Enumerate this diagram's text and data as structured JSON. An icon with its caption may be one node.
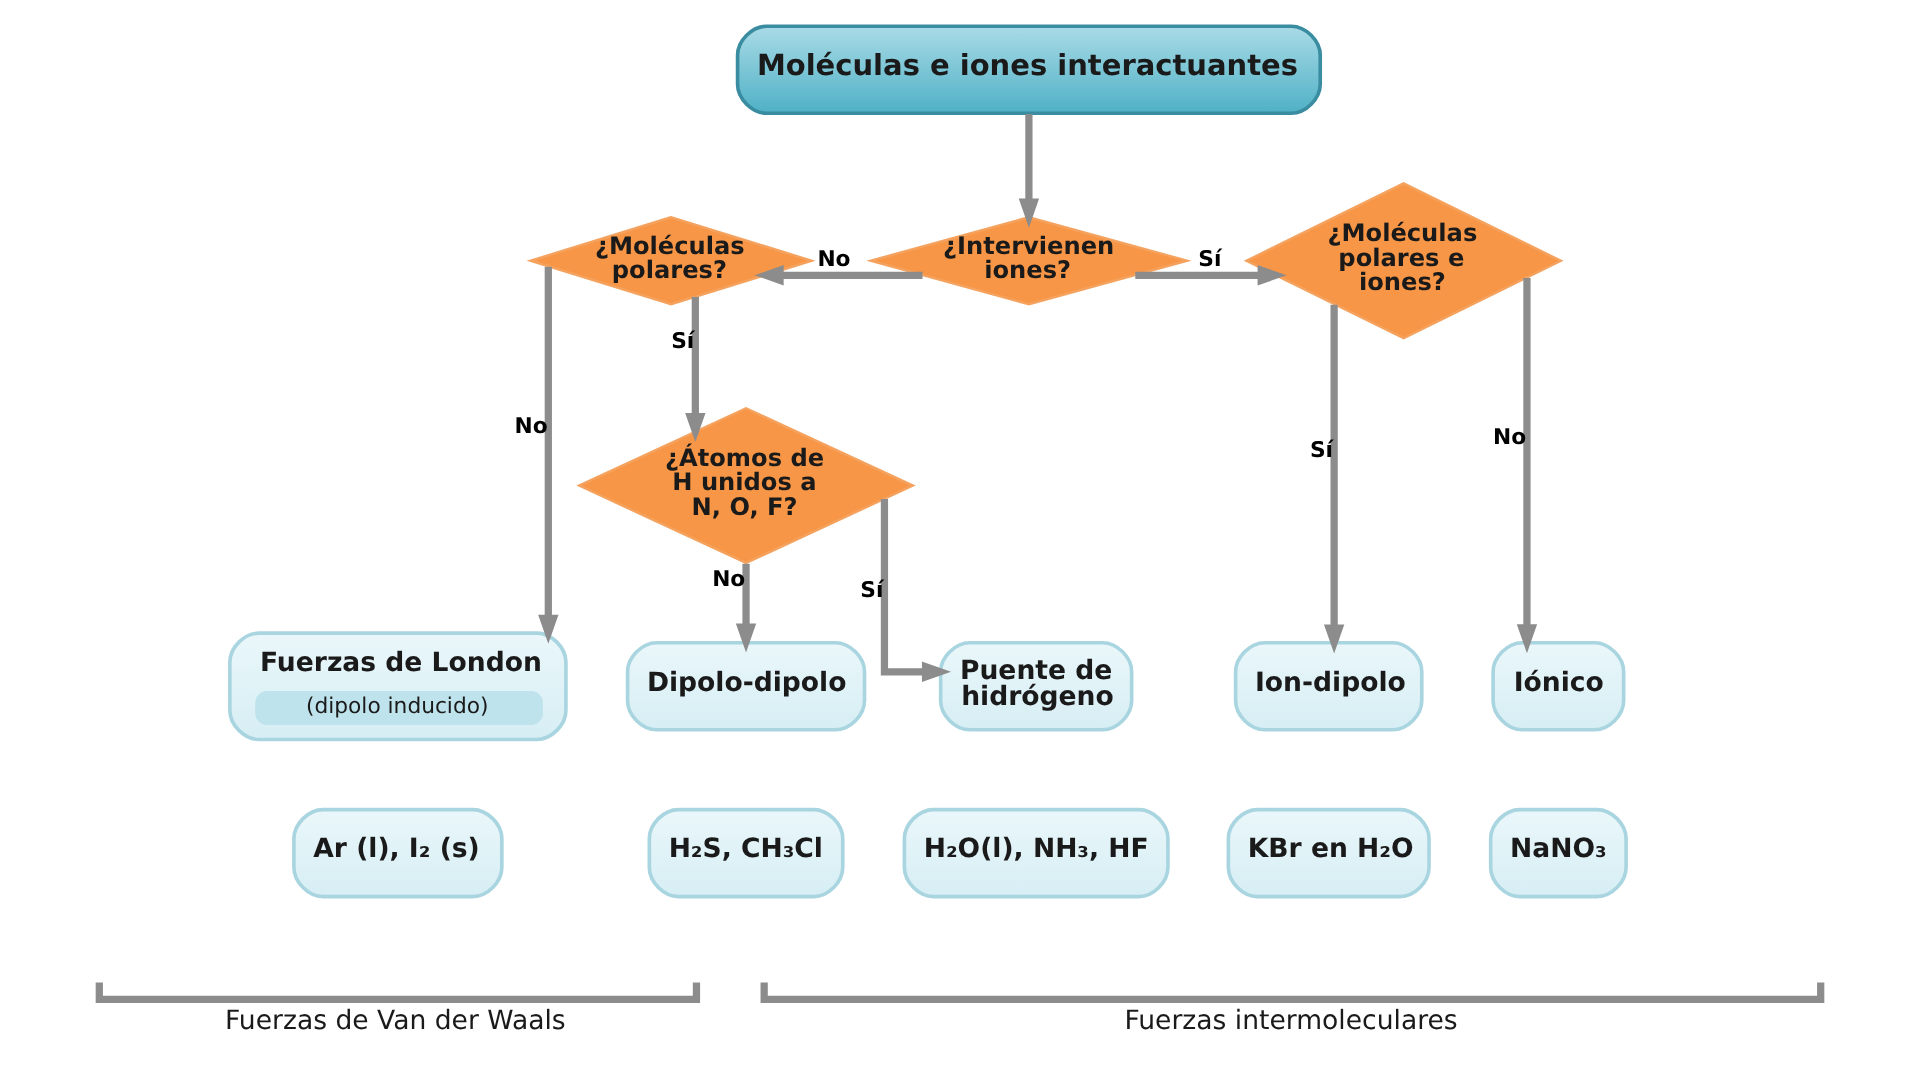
{
  "diagram": {
    "nodes": [
      {
        "text": [
          "Moléculas e iones interactuantes"
        ]
      },
      {
        "text": [
          "¿Moléculas polares?"
        ]
      },
      {
        "text": [
          "¿Intervienen iones?"
        ]
      },
      {
        "text": [
          "¿Moléculas polares e iones?"
        ]
      },
      {
        "text": [
          "¿Átomos de H unidos a N, O, F?"
        ]
      },
      {
        "text": [
          "Fuerzas de London",
          "(dipolo inducido)"
        ]
      },
      {
        "text": [
          "Dipolo-dipolo"
        ]
      },
      {
        "text": [
          "Puente de hidrógeno"
        ]
      },
      {
        "text": [
          "Ion-dipolo"
        ]
      },
      {
        "text": [
          "Iónico"
        ]
      },
      {
        "text": [
          "Ar (l), I₂ (s)"
        ]
      },
      {
        "text": [
          "H₂S, CH₃Cl"
        ]
      },
      {
        "text": [
          "H₂O(l), NH₃, HF"
        ]
      },
      {
        "text": [
          "KBr en H₂O"
        ]
      },
      {
        "text": [
          "NaNO₃"
        ]
      }
    ],
    "edges": [
      {
        "from": 0,
        "to": 2,
        "arrow": "to"
      },
      {
        "from": 2,
        "to": 1,
        "arrow": "to",
        "label": "No"
      },
      {
        "from": 2,
        "to": 3,
        "arrow": "to",
        "label": "Sí"
      },
      {
        "from": 1,
        "to": 5,
        "arrow": "to",
        "label": "No"
      },
      {
        "from": 1,
        "to": 4,
        "arrow": "to",
        "label": "Sí"
      },
      {
        "from": 4,
        "to": 7,
        "arrow": "to",
        "label": "Sí"
      },
      {
        "from": 4,
        "to": 6,
        "arrow": "to",
        "label": "No"
      },
      {
        "from": 3,
        "to": 8,
        "arrow": "to",
        "label": "Sí"
      },
      {
        "from": 3,
        "to": 9,
        "arrow": "to",
        "label": "No"
      }
    ],
    "labels": [
      "Fuerzas de Van der Waals",
      "Fuerzas intermoleculares"
    ]
  }
}
